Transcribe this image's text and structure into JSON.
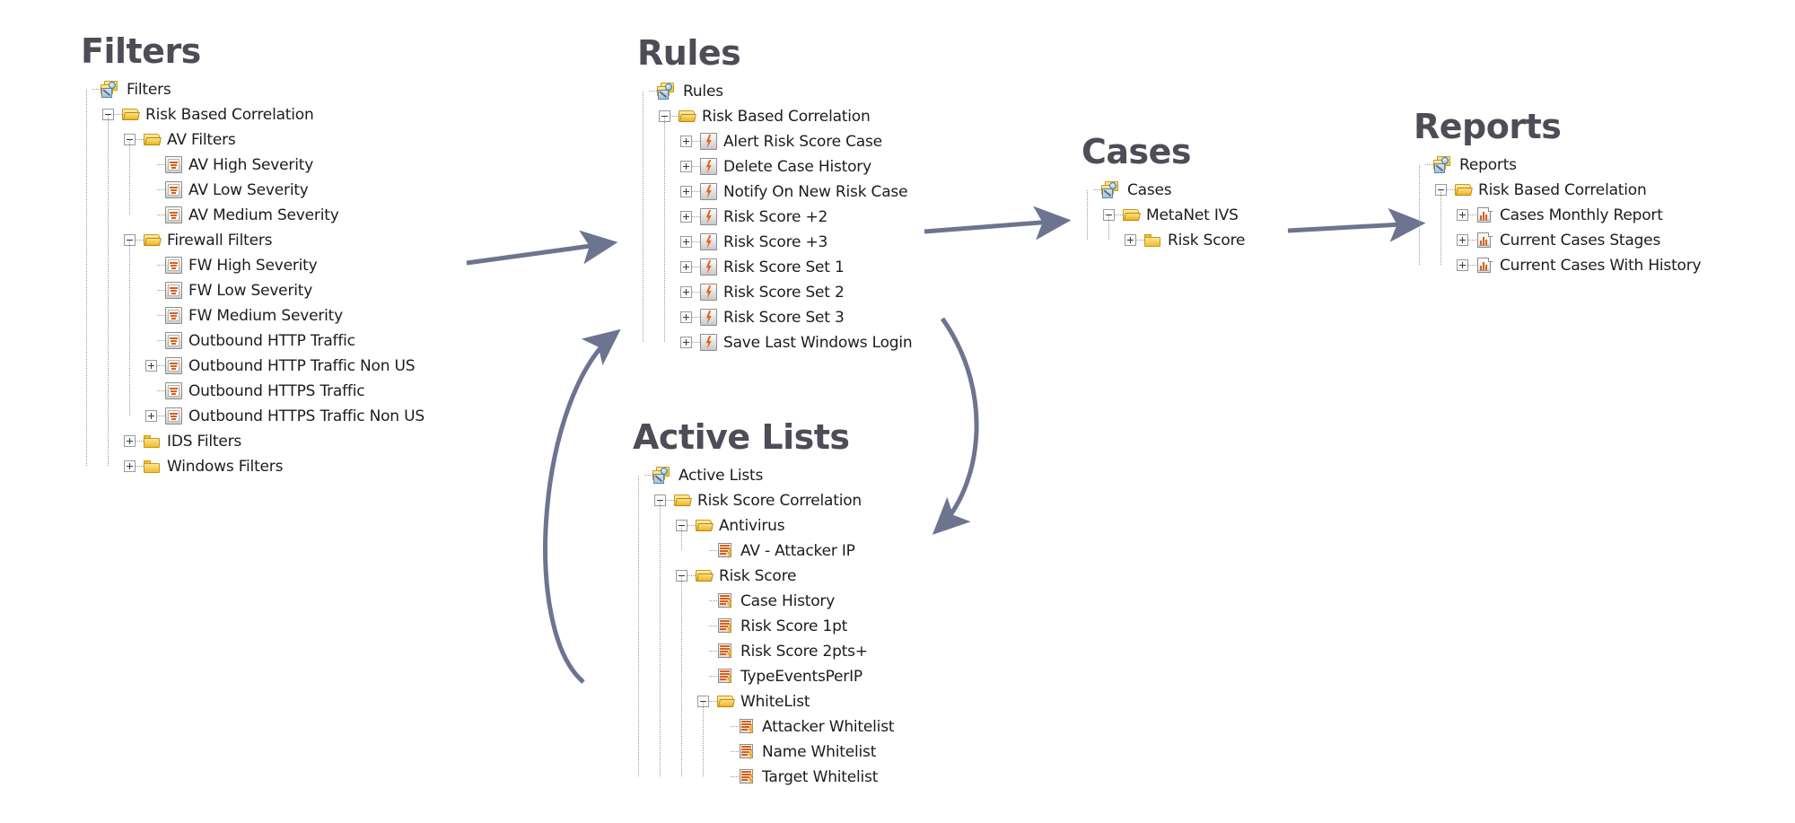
{
  "diagram": {
    "title_color": "#4d4d58",
    "arrow_color": "#6d7490",
    "accent_color": "#d9601b",
    "folder_color": "#f0c53f"
  },
  "panels": {
    "filters": {
      "title": "Filters",
      "root_label": "Filters",
      "root_icon": "resource-group-icon",
      "nodes": [
        {
          "label": "Filters",
          "depth": 0,
          "icon": "resource-group-icon",
          "toggle": "none"
        },
        {
          "label": "Risk Based Correlation",
          "depth": 1,
          "icon": "folder-open-icon",
          "toggle": "minus"
        },
        {
          "label": "AV Filters",
          "depth": 2,
          "icon": "folder-open-icon",
          "toggle": "minus"
        },
        {
          "label": "AV High Severity",
          "depth": 3,
          "icon": "filter-icon",
          "toggle": "none"
        },
        {
          "label": "AV Low Severity",
          "depth": 3,
          "icon": "filter-icon",
          "toggle": "none"
        },
        {
          "label": "AV Medium Severity",
          "depth": 3,
          "icon": "filter-icon",
          "toggle": "none"
        },
        {
          "label": "Firewall Filters",
          "depth": 2,
          "icon": "folder-open-icon",
          "toggle": "minus"
        },
        {
          "label": "FW High Severity",
          "depth": 3,
          "icon": "filter-icon",
          "toggle": "none"
        },
        {
          "label": "FW Low Severity",
          "depth": 3,
          "icon": "filter-icon",
          "toggle": "none"
        },
        {
          "label": "FW Medium Severity",
          "depth": 3,
          "icon": "filter-icon",
          "toggle": "none"
        },
        {
          "label": "Outbound HTTP Traffic",
          "depth": 3,
          "icon": "filter-icon",
          "toggle": "none"
        },
        {
          "label": "Outbound HTTP Traffic Non US",
          "depth": 3,
          "icon": "filter-icon",
          "toggle": "plus"
        },
        {
          "label": "Outbound HTTPS Traffic",
          "depth": 3,
          "icon": "filter-icon",
          "toggle": "none"
        },
        {
          "label": "Outbound HTTPS Traffic Non US",
          "depth": 3,
          "icon": "filter-icon",
          "toggle": "plus"
        },
        {
          "label": "IDS Filters",
          "depth": 2,
          "icon": "folder-closed-icon",
          "toggle": "plus"
        },
        {
          "label": "Windows Filters",
          "depth": 2,
          "icon": "folder-closed-icon",
          "toggle": "plus"
        }
      ]
    },
    "rules": {
      "title": "Rules",
      "nodes": [
        {
          "label": "Rules",
          "depth": 0,
          "icon": "resource-group-icon",
          "toggle": "none"
        },
        {
          "label": "Risk Based Correlation",
          "depth": 1,
          "icon": "folder-open-icon",
          "toggle": "minus"
        },
        {
          "label": "Alert Risk Score Case",
          "depth": 2,
          "icon": "rule-icon",
          "toggle": "plus"
        },
        {
          "label": "Delete Case History",
          "depth": 2,
          "icon": "rule-icon",
          "toggle": "plus"
        },
        {
          "label": "Notify On New Risk Case",
          "depth": 2,
          "icon": "rule-icon",
          "toggle": "plus"
        },
        {
          "label": "Risk Score +2",
          "depth": 2,
          "icon": "rule-icon",
          "toggle": "plus"
        },
        {
          "label": "Risk Score +3",
          "depth": 2,
          "icon": "rule-icon",
          "toggle": "plus"
        },
        {
          "label": "Risk Score Set 1",
          "depth": 2,
          "icon": "rule-icon",
          "toggle": "plus"
        },
        {
          "label": "Risk Score Set 2",
          "depth": 2,
          "icon": "rule-icon",
          "toggle": "plus"
        },
        {
          "label": "Risk Score Set 3",
          "depth": 2,
          "icon": "rule-icon",
          "toggle": "plus"
        },
        {
          "label": "Save Last Windows Login",
          "depth": 2,
          "icon": "rule-icon",
          "toggle": "plus"
        }
      ]
    },
    "cases": {
      "title": "Cases",
      "nodes": [
        {
          "label": "Cases",
          "depth": 0,
          "icon": "resource-group-icon",
          "toggle": "none"
        },
        {
          "label": "MetaNet IVS",
          "depth": 1,
          "icon": "folder-open-icon",
          "toggle": "minus"
        },
        {
          "label": "Risk Score",
          "depth": 2,
          "icon": "folder-closed-icon",
          "toggle": "plus"
        }
      ]
    },
    "reports": {
      "title": "Reports",
      "nodes": [
        {
          "label": "Reports",
          "depth": 0,
          "icon": "resource-group-icon",
          "toggle": "none"
        },
        {
          "label": "Risk Based Correlation",
          "depth": 1,
          "icon": "folder-open-icon",
          "toggle": "minus"
        },
        {
          "label": "Cases Monthly Report",
          "depth": 2,
          "icon": "report-icon",
          "toggle": "plus"
        },
        {
          "label": "Current Cases Stages",
          "depth": 2,
          "icon": "report-icon",
          "toggle": "plus"
        },
        {
          "label": "Current Cases With History",
          "depth": 2,
          "icon": "report-icon",
          "toggle": "plus"
        }
      ]
    },
    "active_lists": {
      "title": "Active Lists",
      "nodes": [
        {
          "label": "Active Lists",
          "depth": 0,
          "icon": "resource-group-icon",
          "toggle": "none"
        },
        {
          "label": "Risk Score Correlation",
          "depth": 1,
          "icon": "folder-open-icon",
          "toggle": "minus"
        },
        {
          "label": "Antivirus",
          "depth": 2,
          "icon": "folder-open-icon",
          "toggle": "minus"
        },
        {
          "label": "AV - Attacker IP",
          "depth": 3,
          "icon": "active-list-icon",
          "toggle": "none"
        },
        {
          "label": "Risk Score",
          "depth": 2,
          "icon": "folder-open-icon",
          "toggle": "minus"
        },
        {
          "label": "Case History",
          "depth": 3,
          "icon": "active-list-icon",
          "toggle": "none"
        },
        {
          "label": "Risk Score 1pt",
          "depth": 3,
          "icon": "active-list-icon",
          "toggle": "none"
        },
        {
          "label": "Risk Score 2pts+",
          "depth": 3,
          "icon": "active-list-icon",
          "toggle": "none"
        },
        {
          "label": "TypeEventsPerIP",
          "depth": 3,
          "icon": "active-list-icon",
          "toggle": "none"
        },
        {
          "label": "WhiteList",
          "depth": 3,
          "icon": "folder-open-icon",
          "toggle": "minus"
        },
        {
          "label": "Attacker Whitelist",
          "depth": 4,
          "icon": "active-list-icon",
          "toggle": "none"
        },
        {
          "label": "Name Whitelist",
          "depth": 4,
          "icon": "active-list-icon",
          "toggle": "none"
        },
        {
          "label": "Target Whitelist",
          "depth": 4,
          "icon": "active-list-icon",
          "toggle": "none"
        }
      ]
    }
  },
  "flow": {
    "arrows": [
      {
        "name": "filters-to-rules",
        "from": "Filters",
        "to": "Rules",
        "style": "straight"
      },
      {
        "name": "rules-to-cases",
        "from": "Rules",
        "to": "Cases",
        "style": "straight"
      },
      {
        "name": "cases-to-reports",
        "from": "Cases",
        "to": "Reports",
        "style": "straight"
      },
      {
        "name": "rules-to-active-lists",
        "from": "Rules",
        "to": "Active Lists",
        "style": "curved"
      },
      {
        "name": "active-lists-to-rules",
        "from": "Active Lists",
        "to": "Rules",
        "style": "curved"
      }
    ]
  }
}
